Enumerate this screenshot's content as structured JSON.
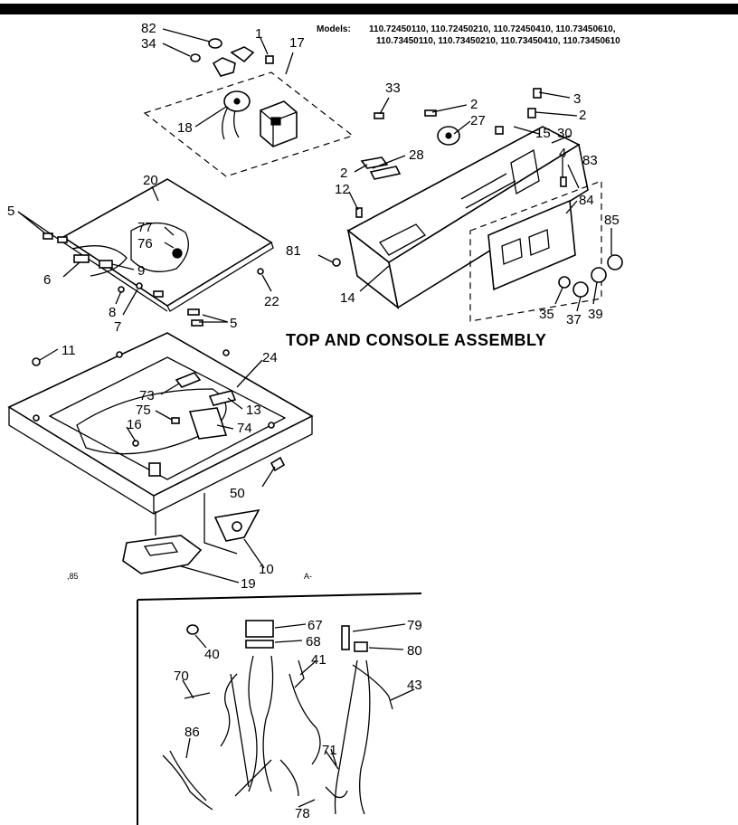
{
  "diagram": {
    "title": "TOP AND CONSOLE ASSEMBLY",
    "models_label": "Models:",
    "models_line1": "110.72450110,  110.72450210,  110.72450410,  110.73450610,",
    "models_line2": "110.73450110,  110.73450210,  110.73450410,  110.73450610",
    "page_marks": [
      ",85",
      "A-"
    ],
    "callouts": [
      "82",
      "34",
      "1",
      "17",
      "33",
      "3",
      "2",
      "27",
      "2",
      "15",
      "30",
      "18",
      "28",
      "2",
      "4",
      "83",
      "12",
      "84",
      "20",
      "5",
      "77",
      "76",
      "81",
      "85",
      "9",
      "6",
      "22",
      "14",
      "8",
      "7",
      "5",
      "35",
      "37",
      "39",
      "11",
      "24",
      "73",
      "13",
      "75",
      "74",
      "16",
      "50",
      "19",
      "10",
      "67",
      "68",
      "79",
      "80",
      "40",
      "41",
      "70",
      "43",
      "86",
      "71",
      "78"
    ]
  }
}
